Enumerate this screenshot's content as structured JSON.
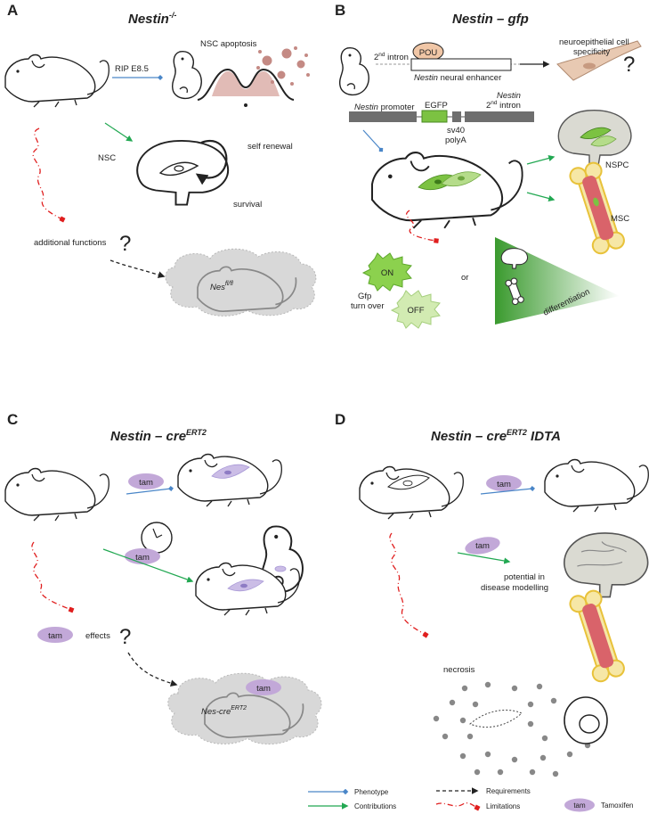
{
  "panels": {
    "A": {
      "letter": "A",
      "title_main": "Nestin",
      "title_sup": "-/-",
      "rip_label": "RIP E8.5",
      "nsc_apoptosis": "NSC apoptosis",
      "nsc": "NSC",
      "self_renewal": "self renewal",
      "survival": "survival",
      "additional_functions": "additional functions",
      "question": "?",
      "nes_main": "Nes",
      "nes_sup": "fl/fl"
    },
    "B": {
      "letter": "B",
      "title": "Nestin – gfp",
      "intron_sup": "nd",
      "intron_2": "2",
      "intron_label": " intron",
      "pou": "POU",
      "enhancer_italic": "Nestin",
      "enhancer_rest": " neural enhancer",
      "neuro_line1": "neuroepithelial cell",
      "neuro_line2": "specificity",
      "question": "?",
      "promoter_italic": "Nestin",
      "promoter_rest": " promoter",
      "egfp": "EGFP",
      "nestin_intron_italic": "Nestin",
      "nestin_intron_2": "2",
      "nestin_intron_sup": "nd",
      "nestin_intron_rest": " intron",
      "sv40": "sv40",
      "polya": "polyA",
      "nspc": "NSPC",
      "msc": "MSC",
      "on": "ON",
      "off": "OFF",
      "gfp_line1": "Gfp",
      "gfp_line2": "turn over",
      "or": "or",
      "differentiation": "differentiation"
    },
    "C": {
      "letter": "C",
      "title_main": "Nestin – cre",
      "title_sup": "ERT2",
      "tam": "tam",
      "effects": "effects",
      "question": "?",
      "nes_cre_main": "Nes-cre",
      "nes_cre_sup": "ERT2"
    },
    "D": {
      "letter": "D",
      "title_main": "Nestin – cre",
      "title_sup": "ERT2",
      "title_suffix": " IDTA",
      "tam": "tam",
      "potential_line1": "potential in",
      "potential_line2": "disease modelling",
      "necrosis": "necrosis"
    }
  },
  "legend": {
    "phenotype": "Phenotype",
    "contributions": "Contributions",
    "requirements": "Requirements",
    "limitations": "Limitations",
    "tam": "tam",
    "tamoxifen": "Tamoxifen"
  },
  "colors": {
    "phenotype": "#4a86c8",
    "contributions": "#22a852",
    "limitations": "#e01e1e",
    "tamoxifen": "#c2a8d8",
    "gfp_green": "#7cc242",
    "bone_outline": "#e8c23a",
    "bone_marrow": "#d9636a",
    "cloud_gray": "#d8d8d8",
    "cell_purple": "#a898d6"
  }
}
